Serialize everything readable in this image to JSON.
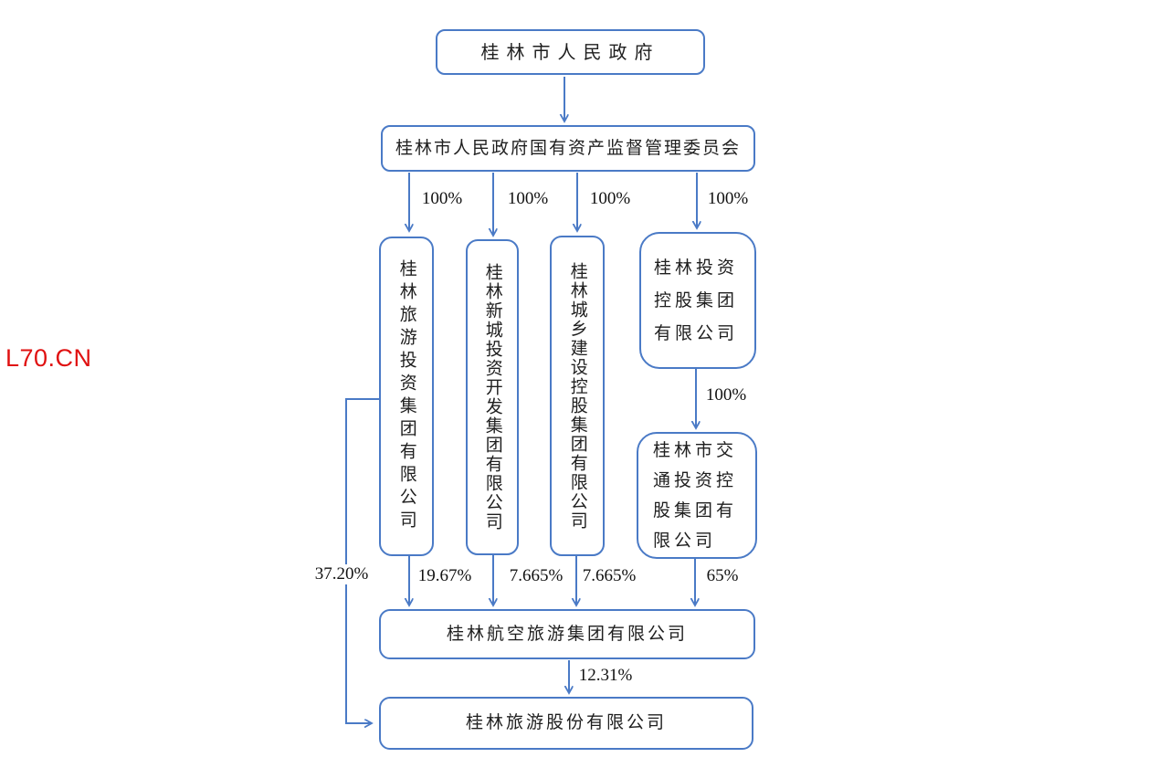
{
  "watermark": "L70.CN",
  "diagram": {
    "type": "ownership-structure-flowchart",
    "nodes": {
      "gov": "桂林市人民政府",
      "sasac": "桂林市人民政府国有资产监督管理委员会",
      "tourism_invest": "桂林旅游投资集团有限公司",
      "xincheng": "桂林新城投资开发集团有限公司",
      "chengxiang": "桂林城乡建设控股集团有限公司",
      "invest_holding": "桂林投资控股集团有限公司",
      "transport_invest": "桂林市交通投资控股集团有限公司",
      "aviation_tourism": "桂林航空旅游集团有限公司",
      "tourism_shares": "桂林旅游股份有限公司"
    },
    "edge_labels": {
      "sasac_to_tourism_invest": "100%",
      "sasac_to_xincheng": "100%",
      "sasac_to_chengxiang": "100%",
      "sasac_to_invest_holding": "100%",
      "invest_holding_to_transport": "100%",
      "tourism_invest_to_shares": "37.20%",
      "tourism_invest_to_aviation": "19.67%",
      "xincheng_to_aviation": "7.665%",
      "chengxiang_to_aviation": "7.665%",
      "transport_to_aviation": "65%",
      "aviation_to_shares": "12.31%"
    },
    "colors": {
      "line": "#4a7ac6",
      "text": "#1f1f1f",
      "watermark": "#e01111",
      "background": "#ffffff"
    }
  }
}
